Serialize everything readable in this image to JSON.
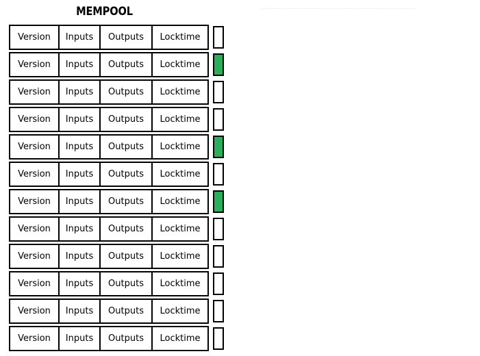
{
  "page": {
    "title": "MEMPOOL",
    "background_color": "#ffffff",
    "text_color": "#000000",
    "border_color": "#000000",
    "confirmed_color": "#2ab05a",
    "guide_line_color": "#ececec"
  },
  "mempool": {
    "heading": "MEMPOOL",
    "field_labels": {
      "version": "Version",
      "inputs": "Inputs",
      "outputs": "Outputs",
      "locktime": "Locktime"
    },
    "row_count": 12,
    "rows": [
      {
        "version": "Version",
        "inputs": "Inputs",
        "outputs": "Outputs",
        "locktime": "Locktime",
        "status": "pending"
      },
      {
        "version": "Version",
        "inputs": "Inputs",
        "outputs": "Outputs",
        "locktime": "Locktime",
        "status": "confirmed"
      },
      {
        "version": "Version",
        "inputs": "Inputs",
        "outputs": "Outputs",
        "locktime": "Locktime",
        "status": "pending"
      },
      {
        "version": "Version",
        "inputs": "Inputs",
        "outputs": "Outputs",
        "locktime": "Locktime",
        "status": "pending"
      },
      {
        "version": "Version",
        "inputs": "Inputs",
        "outputs": "Outputs",
        "locktime": "Locktime",
        "status": "confirmed"
      },
      {
        "version": "Version",
        "inputs": "Inputs",
        "outputs": "Outputs",
        "locktime": "Locktime",
        "status": "pending"
      },
      {
        "version": "Version",
        "inputs": "Inputs",
        "outputs": "Outputs",
        "locktime": "Locktime",
        "status": "confirmed"
      },
      {
        "version": "Version",
        "inputs": "Inputs",
        "outputs": "Outputs",
        "locktime": "Locktime",
        "status": "pending"
      },
      {
        "version": "Version",
        "inputs": "Inputs",
        "outputs": "Outputs",
        "locktime": "Locktime",
        "status": "pending"
      },
      {
        "version": "Version",
        "inputs": "Inputs",
        "outputs": "Outputs",
        "locktime": "Locktime",
        "status": "pending"
      },
      {
        "version": "Version",
        "inputs": "Inputs",
        "outputs": "Outputs",
        "locktime": "Locktime",
        "status": "pending"
      },
      {
        "version": "Version",
        "inputs": "Inputs",
        "outputs": "Outputs",
        "locktime": "Locktime",
        "status": "pending"
      }
    ]
  }
}
